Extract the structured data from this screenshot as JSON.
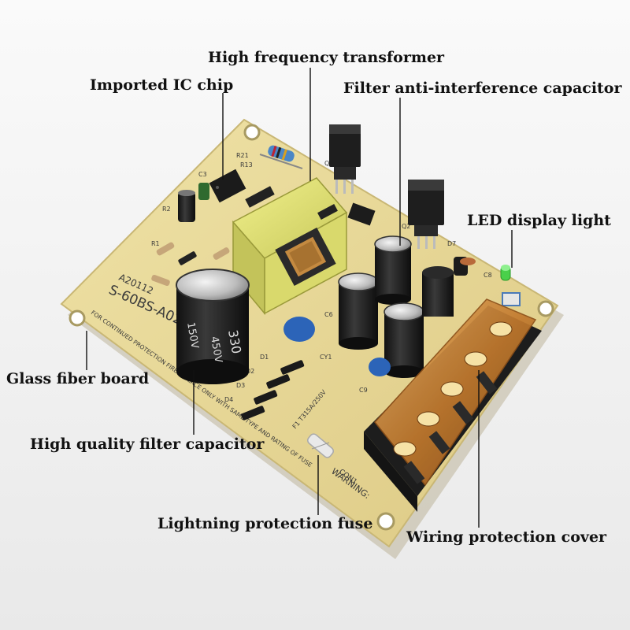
{
  "callouts": {
    "transformer": "High frequency transformer",
    "ic_chip": "Imported IC chip",
    "filter_anti_interference": "Filter anti-interference capacitor",
    "led": "LED display light",
    "glass_fiber": "Glass fiber board",
    "hq_filter_cap": "High quality filter capacitor",
    "fuse": "Lightning protection fuse",
    "wiring_cover": "Wiring protection cover"
  },
  "board_text": {
    "model": "S-60BS-A02",
    "code": "A20112",
    "warning": "WARNING:",
    "replace_note": "FOR CONTINUED PROTECTION FIRE REPLACE ONLY WITH SAME TYPE AND RATING OF FUSE",
    "fuse_rating": "F1  T315A/250V",
    "con": "CON1",
    "cap_big_value": "330",
    "cap_big_voltage": "450V",
    "cap_big_rating": "150V",
    "refs": [
      "R21",
      "R13",
      "Q1",
      "Q2",
      "D7",
      "C8",
      "C6",
      "C9",
      "CY1",
      "D1",
      "D2",
      "D3",
      "D4",
      "R1",
      "R2",
      "C3"
    ]
  },
  "colors": {
    "background": "#f3f3f3",
    "board": "#e8d89a",
    "board_edge": "#c9b775",
    "transformer_bobbin": "#e2e27a",
    "terminal_cover": "#c98a3a",
    "terminal_base": "#1d1d1d",
    "capacitor_body": "#222222",
    "led": "#4ad04a"
  }
}
